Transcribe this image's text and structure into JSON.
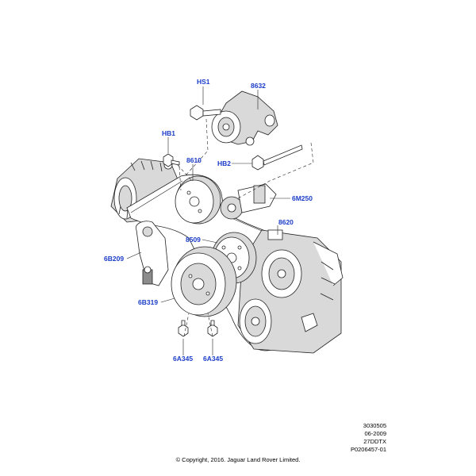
{
  "callouts": {
    "hs1": "HS1",
    "p8632": "8632",
    "hb1": "HB1",
    "p8610": "8610",
    "hb2": "HB2",
    "p6m250": "6M250",
    "p8620": "8620",
    "p8509": "8509",
    "p6b209": "6B209",
    "p6b319": "6B319",
    "p6a345a": "6A345",
    "p6a345b": "6A345"
  },
  "meta": {
    "line1": "3030505",
    "line2": "06-2009",
    "line3": "27DDTX",
    "line4": "P0206457-01"
  },
  "copyright": "© Copyright, 2016. Jaguar Land Rover Limited.",
  "colors": {
    "callout": "#1a3cc8",
    "line": "#222222",
    "background": "#ffffff"
  }
}
